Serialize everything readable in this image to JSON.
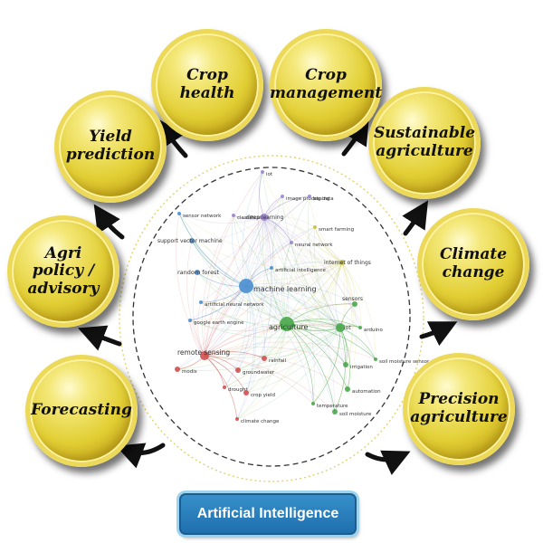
{
  "bubbles": [
    {
      "id": "crop-health",
      "label": "Crop\nhealth"
    },
    {
      "id": "crop-management",
      "label": "Crop\nmanagement"
    },
    {
      "id": "sustainable-agriculture",
      "label": "Sustainable\nagriculture"
    },
    {
      "id": "climate-change",
      "label": "Climate\nchange"
    },
    {
      "id": "precision-agriculture",
      "label": "Precision\nagriculture"
    },
    {
      "id": "forecasting",
      "label": "Forecasting"
    },
    {
      "id": "agri-policy-advisory",
      "label": "Agri policy /\nadvisory"
    },
    {
      "id": "yield-prediction",
      "label": "Yield\nprediction"
    }
  ],
  "network": {
    "nodes": [
      {
        "id": "iot-top",
        "label": "iot",
        "cluster": "purple"
      },
      {
        "id": "image-processing",
        "label": "image processing",
        "cluster": "purple"
      },
      {
        "id": "big-data",
        "label": "big data",
        "cluster": "purple"
      },
      {
        "id": "sensor-network",
        "label": "sensor network",
        "cluster": "blue"
      },
      {
        "id": "classification",
        "label": "classification",
        "cluster": "purple"
      },
      {
        "id": "deep-learning",
        "label": "deep learning",
        "cluster": "purple"
      },
      {
        "id": "smart-farming",
        "label": "smart farming",
        "cluster": "yellow"
      },
      {
        "id": "neural-network",
        "label": "neural network",
        "cluster": "purple"
      },
      {
        "id": "support-vector-machine",
        "label": "support vector machine",
        "cluster": "blue"
      },
      {
        "id": "internet-of-things",
        "label": "internet of things",
        "cluster": "yellow"
      },
      {
        "id": "artificial-intelligence",
        "label": "artificial intelligence",
        "cluster": "blue"
      },
      {
        "id": "random-forest",
        "label": "random forest",
        "cluster": "blue"
      },
      {
        "id": "machine-learning",
        "label": "machine learning",
        "cluster": "blue"
      },
      {
        "id": "sensors",
        "label": "sensors",
        "cluster": "green"
      },
      {
        "id": "artificial-neural-network",
        "label": "artificial neural network",
        "cluster": "blue"
      },
      {
        "id": "arduino",
        "label": "arduino",
        "cluster": "green"
      },
      {
        "id": "google-earth-engine",
        "label": "google earth engine",
        "cluster": "blue"
      },
      {
        "id": "agriculture",
        "label": "agriculture",
        "cluster": "green"
      },
      {
        "id": "iot",
        "label": "iot",
        "cluster": "green"
      },
      {
        "id": "remote-sensing",
        "label": "remote sensing",
        "cluster": "red"
      },
      {
        "id": "rainfall",
        "label": "rainfall",
        "cluster": "red"
      },
      {
        "id": "soil-moisture-sensor",
        "label": "soil moisture sensor",
        "cluster": "green"
      },
      {
        "id": "irrigation",
        "label": "irrigation",
        "cluster": "green"
      },
      {
        "id": "modis",
        "label": "modis",
        "cluster": "red"
      },
      {
        "id": "groundwater",
        "label": "groundwater",
        "cluster": "red"
      },
      {
        "id": "drought",
        "label": "drought",
        "cluster": "red"
      },
      {
        "id": "crop-yield",
        "label": "crop yield",
        "cluster": "red"
      },
      {
        "id": "automation",
        "label": "automation",
        "cluster": "green"
      },
      {
        "id": "temperature",
        "label": "temperature",
        "cluster": "green"
      },
      {
        "id": "soil-moisture",
        "label": "soil moisture",
        "cluster": "green"
      },
      {
        "id": "climate-change-node",
        "label": "climate change",
        "cluster": "red"
      }
    ]
  },
  "footer": {
    "label": "Artificial Intelligence"
  },
  "colors": {
    "blue": "#4a8fd0",
    "purple": "#9a86cf",
    "yellow": "#c9c43a",
    "green": "#49a84b",
    "red": "#d05050"
  }
}
